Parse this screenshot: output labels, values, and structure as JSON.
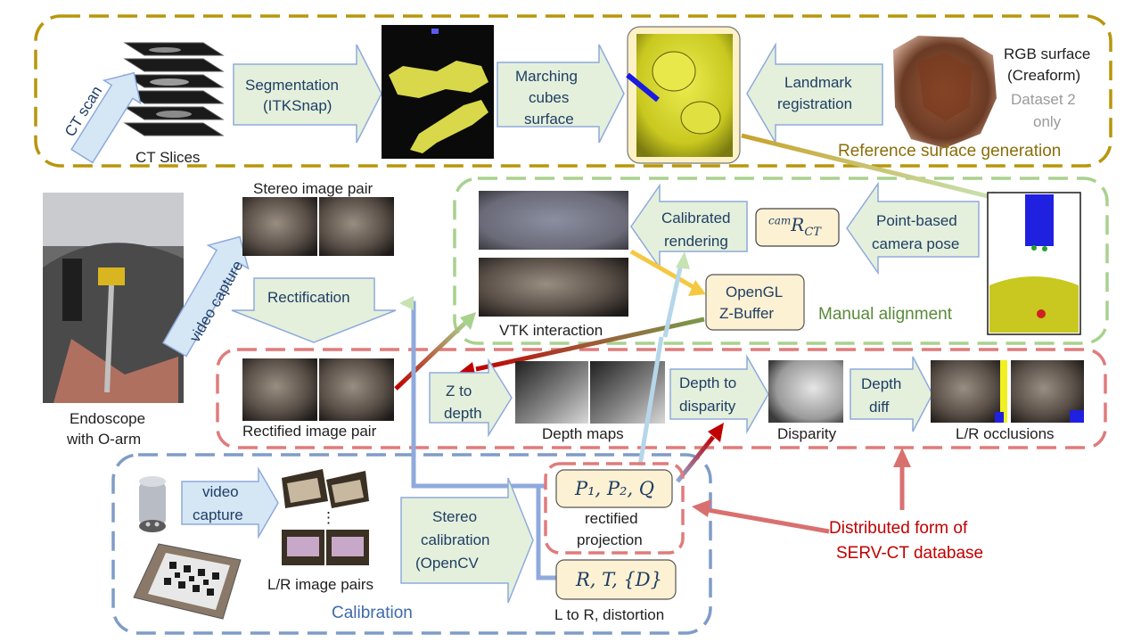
{
  "panels": {
    "reference_title": "Reference surface generation",
    "manual_title": "Manual alignment",
    "calibration_title": "Calibration"
  },
  "labels": {
    "ct_scan": "CT scan",
    "ct_slices": "CT Slices",
    "segmentation_1": "Segmentation",
    "segmentation_2": "(ITKSnap)",
    "marching_1": "Marching",
    "marching_2": "cubes",
    "marching_3": "surface",
    "landmark_1": "Landmark",
    "landmark_2": "registration",
    "rgb_1": "RGB surface",
    "rgb_2": "(Creaform)",
    "rgb_3": "Dataset 2",
    "rgb_4": "only",
    "endoscope_1": "Endoscope",
    "endoscope_2": "with O-arm",
    "stereo_pair": "Stereo image pair",
    "video_capture": "video capture",
    "rectification": "Rectification",
    "rectified_pair": "Rectified image pair",
    "calibrated_1": "Calibrated",
    "calibrated_2": "rendering",
    "cam_pre": "cam",
    "cam_r": "R",
    "cam_sub": "CT",
    "point_1": "Point-based",
    "point_2": "camera pose",
    "opengl_1": "OpenGL",
    "opengl_2": "Z-Buffer",
    "vtk": "VTK interaction",
    "z_depth_1": "Z to",
    "z_depth_2": "depth",
    "depth_maps": "Depth maps",
    "depth_disp_1": "Depth to",
    "depth_disp_2": "disparity",
    "disparity": "Disparity",
    "depth_diff_1": "Depth",
    "depth_diff_2": "diff",
    "occlusions": "L/R occlusions",
    "video_cap_1": "video",
    "video_cap_2": "capture",
    "ellipsis": "⋮",
    "lr_pairs": "L/R image pairs",
    "stereo_cal_1": "Stereo",
    "stereo_cal_2": "calibration",
    "stereo_cal_3": "(OpenCV",
    "p_formula": "P₁, P₂, Q",
    "rectified_proj_1": "rectified",
    "rectified_proj_2": "projection",
    "rt_formula": "R, T, {D}",
    "l_to_r": "L to R, distortion",
    "distributed_1": "Distributed form of",
    "distributed_2": "SERV-CT database"
  },
  "colors": {
    "reference_border": "#b8960c",
    "manual_border": "#9fcf8a",
    "rect_border": "#d97070",
    "calibration_border": "#7f9cc8",
    "arrow_fill": "#e4f0dc",
    "arrow_stroke": "#8faadc",
    "blue_arrow_fill": "#d5e6f5",
    "formula_box": "#fdf1d3",
    "distributed_text": "#c00000"
  }
}
